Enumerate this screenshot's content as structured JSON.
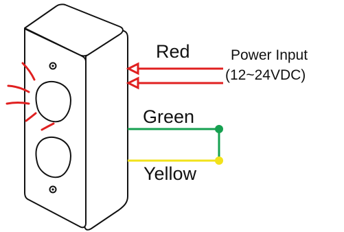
{
  "wires": {
    "red": {
      "label": "Red",
      "color": "#e02020"
    },
    "green": {
      "label": "Green",
      "color": "#16a050"
    },
    "yellow": {
      "label": "Yellow",
      "color": "#f2e21a"
    }
  },
  "power": {
    "title": "Power Input",
    "voltage": "(12~24VDC)"
  },
  "device": {
    "body_color": "#ffffff",
    "outline_color": "#111111",
    "glow_color": "#e02020",
    "buttons": 2,
    "screws": 2
  }
}
